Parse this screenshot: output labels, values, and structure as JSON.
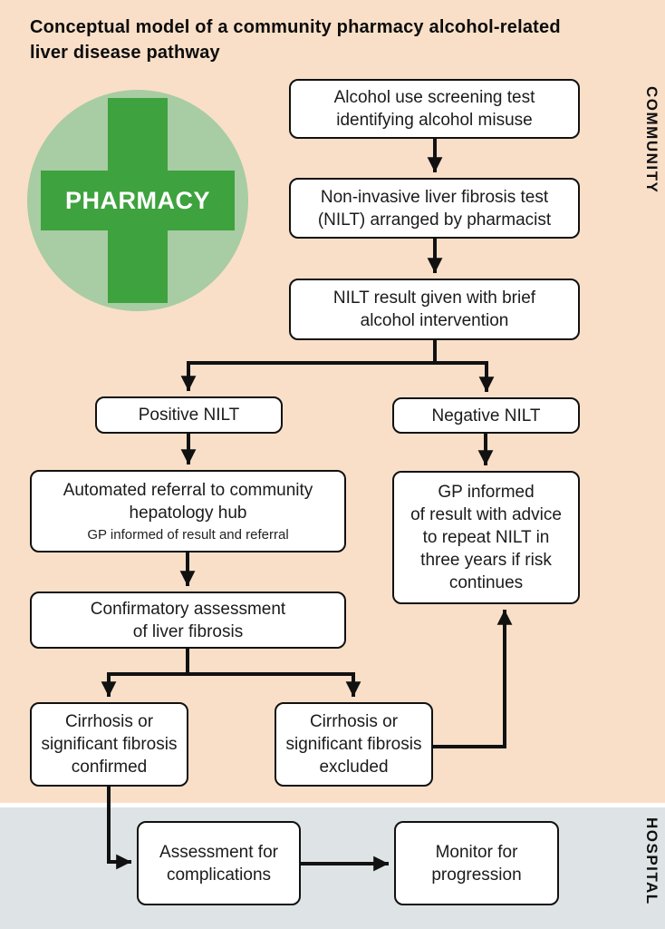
{
  "title": {
    "lines": [
      "Conceptual model of a community pharmacy alcohol-related",
      "liver disease pathway"
    ]
  },
  "sections": {
    "community": {
      "label": "COMMUNITY"
    },
    "hospital": {
      "label": "HOSPITAL"
    }
  },
  "logo": {
    "label": "PHARMACY"
  },
  "colors": {
    "community-bg": "#f9dfc8",
    "hospital-bg": "#dee3e5",
    "logo-circle": "#a8cca3",
    "logo-cross": "#3ea23e",
    "logo-label": "#ffffff",
    "box-bg": "#ffffff",
    "box-border": "#111111",
    "arrow": "#111111",
    "text": "#1b1b1b"
  },
  "nodes": {
    "screening": {
      "lines": [
        "Alcohol use screening test",
        "identifying alcohol misuse"
      ]
    },
    "nilt_arranged": {
      "lines": [
        "Non-invasive liver fibrosis test",
        "(NILT) arranged by pharmacist"
      ]
    },
    "nilt_result": {
      "lines": [
        "NILT result given with brief",
        "alcohol intervention"
      ]
    },
    "positive": {
      "lines": [
        "Positive NILT"
      ]
    },
    "negative": {
      "lines": [
        "Negative NILT"
      ]
    },
    "referral": {
      "lines": [
        "Automated referral to community",
        "hepatology hub"
      ],
      "note": "GP informed of result and referral"
    },
    "gp_informed": {
      "lines": [
        "GP informed",
        "of result with advice",
        "to repeat NILT in",
        "three years if risk",
        "continues"
      ]
    },
    "confirmatory": {
      "lines": [
        "Confirmatory assessment",
        "of liver fibrosis"
      ]
    },
    "confirmed": {
      "lines": [
        "Cirrhosis or",
        "significant fibrosis",
        "confirmed"
      ]
    },
    "excluded": {
      "lines": [
        "Cirrhosis or",
        "significant fibrosis",
        "excluded"
      ]
    },
    "assessment": {
      "lines": [
        "Assessment for",
        "complications"
      ]
    },
    "monitor": {
      "lines": [
        "Monitor for",
        "progression"
      ]
    }
  },
  "edges": [
    {
      "from": "screening",
      "to": "nilt_arranged"
    },
    {
      "from": "nilt_arranged",
      "to": "nilt_result"
    },
    {
      "from": "nilt_result",
      "to": "positive"
    },
    {
      "from": "nilt_result",
      "to": "negative"
    },
    {
      "from": "positive",
      "to": "referral"
    },
    {
      "from": "negative",
      "to": "gp_informed"
    },
    {
      "from": "referral",
      "to": "confirmatory"
    },
    {
      "from": "confirmatory",
      "to": "confirmed"
    },
    {
      "from": "confirmatory",
      "to": "excluded"
    },
    {
      "from": "excluded",
      "to": "gp_informed"
    },
    {
      "from": "confirmed",
      "to": "assessment"
    },
    {
      "from": "assessment",
      "to": "monitor"
    }
  ]
}
